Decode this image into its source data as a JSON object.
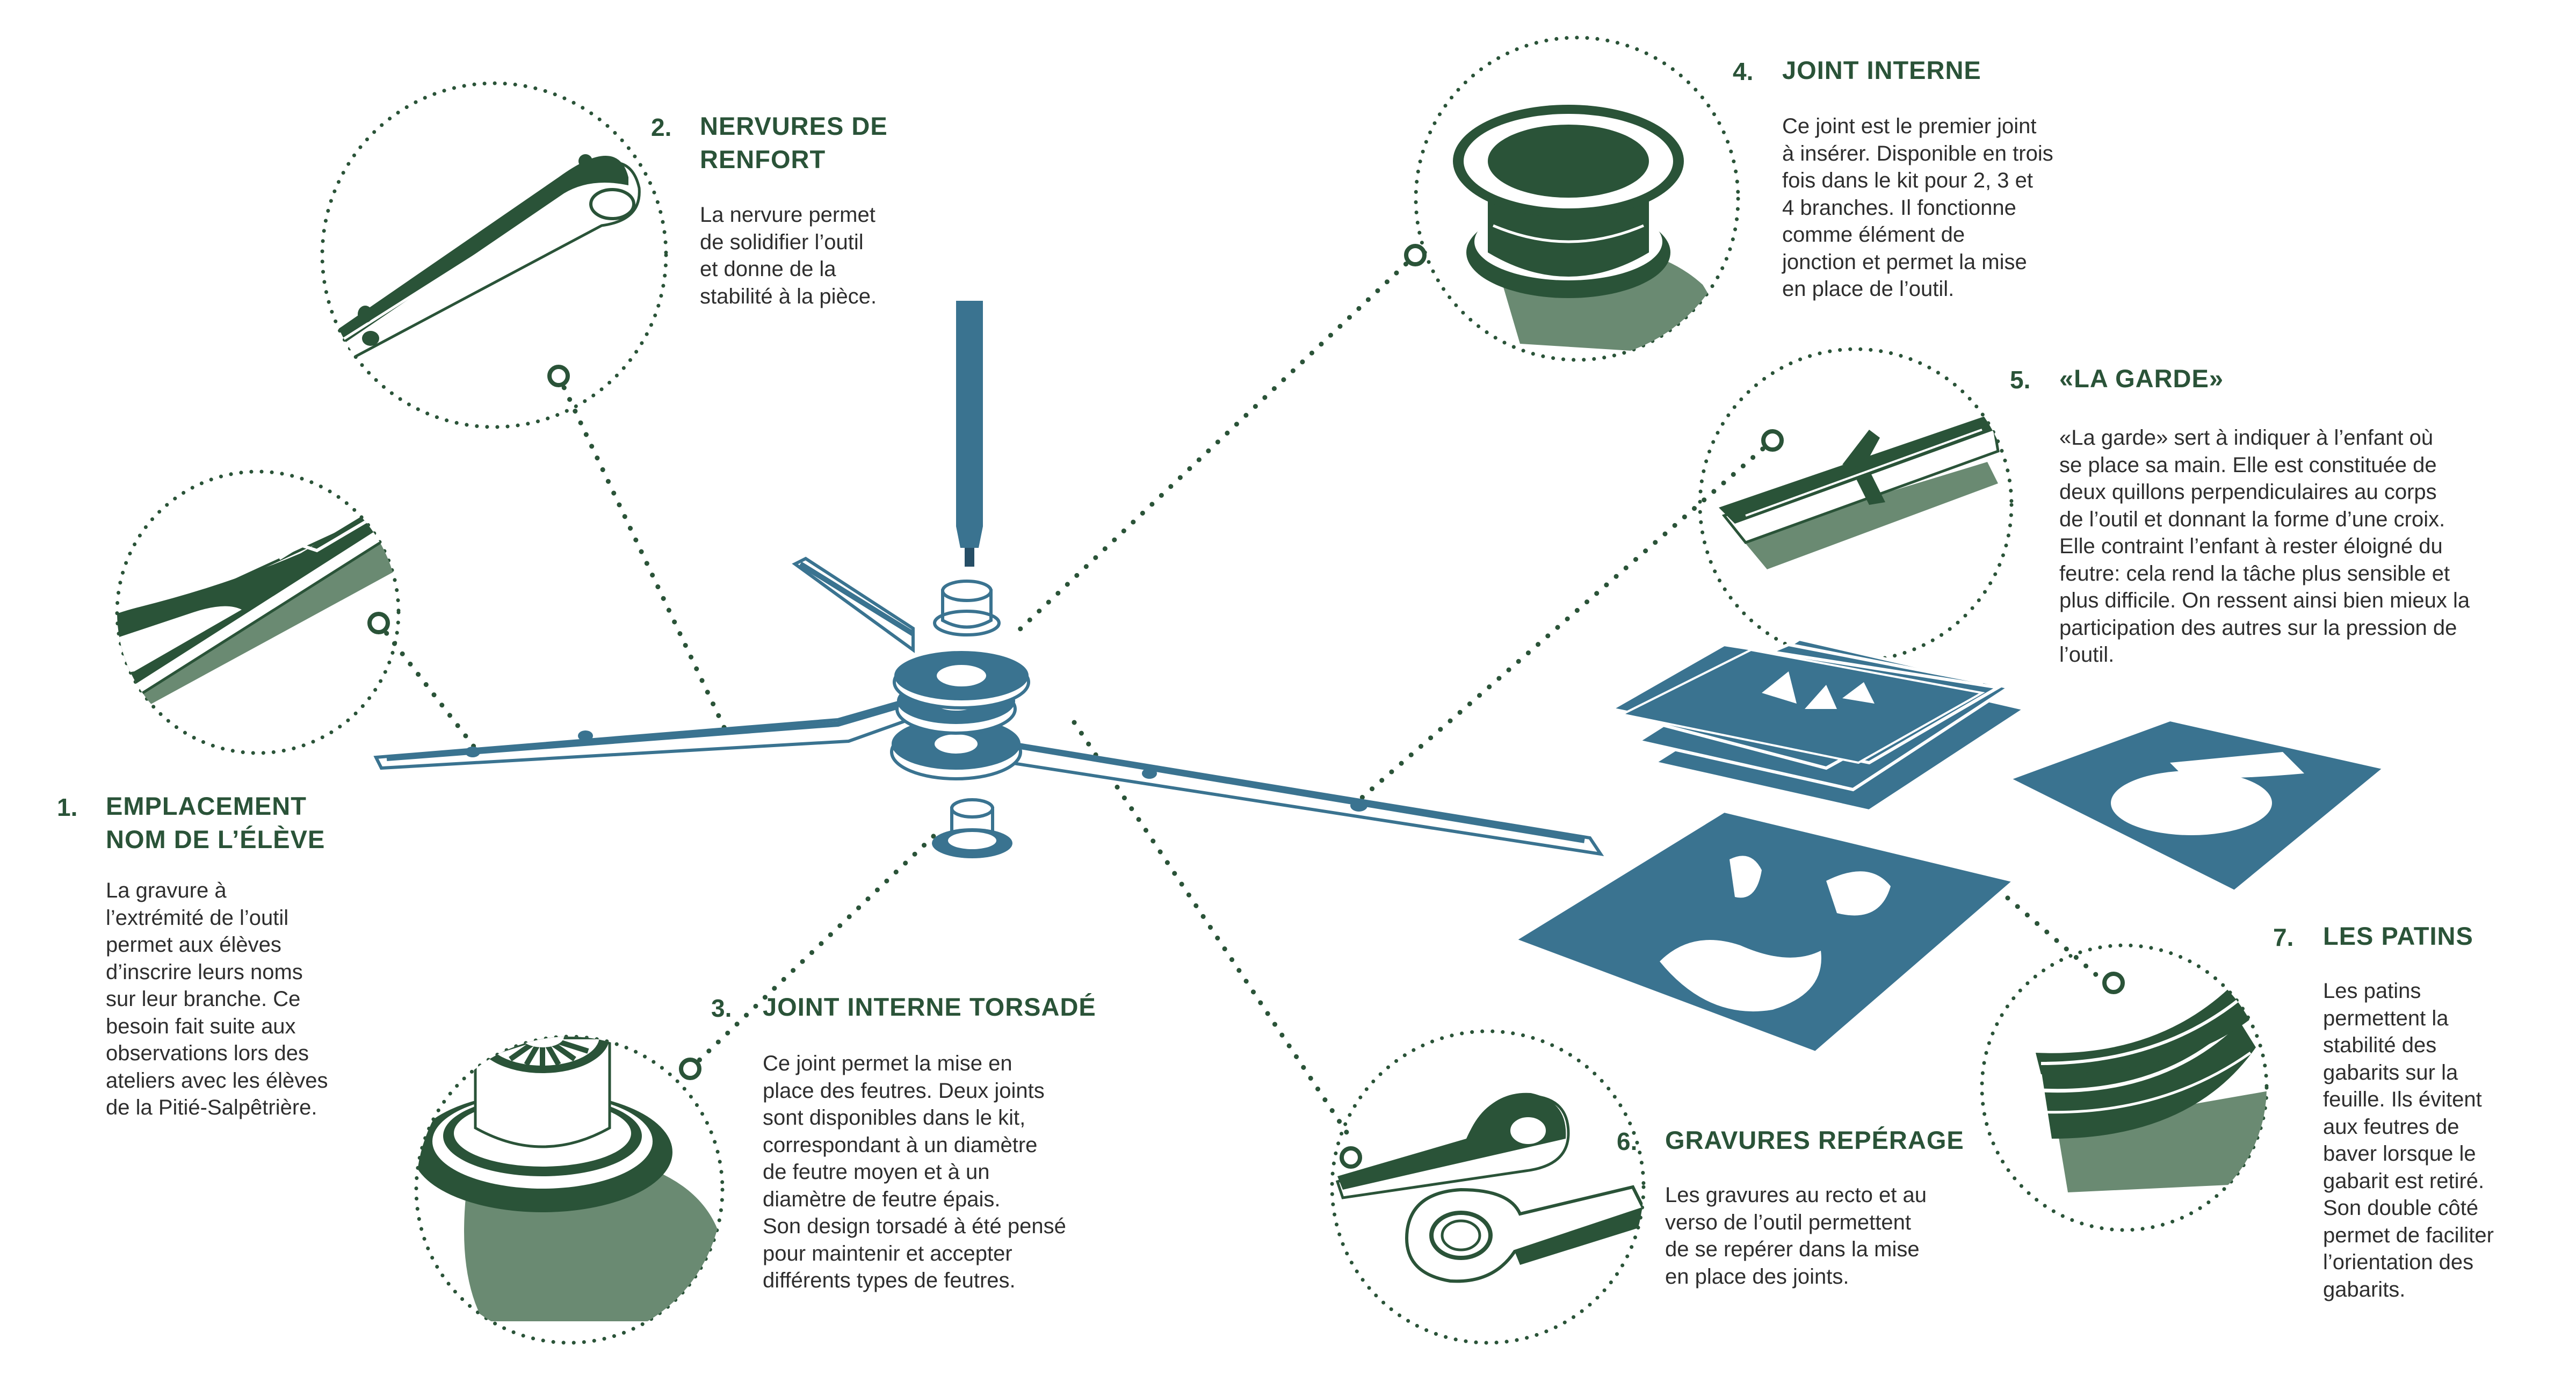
{
  "colors": {
    "dark_green": "#2a5338",
    "mid_green": "#6a8a72",
    "blue": "#3a7390",
    "dark_blue": "#264e66",
    "text": "#2e2e2e"
  },
  "callouts": [
    {
      "number": "1.",
      "title_lines": [
        "EMPLACEMENT",
        "NOM DE L’ÉLÈVE"
      ],
      "body_lines": [
        "La gravure à",
        "l’extrémité de l’outil",
        "permet aux élèves",
        "d’inscrire leurs noms",
        "sur leur branche. Ce",
        "besoin fait suite aux",
        "observations lors des",
        "ateliers avec les élèves",
        "de la Pitié-Salpêtrière."
      ]
    },
    {
      "number": "2.",
      "title_lines": [
        "NERVURES DE",
        "RENFORT"
      ],
      "body_lines": [
        "La nervure permet",
        "de solidifier l’outil",
        "et donne de la",
        "stabilité à la pièce."
      ]
    },
    {
      "number": "3.",
      "title_lines": [
        "JOINT INTERNE TORSADÉ"
      ],
      "body_lines": [
        "Ce joint permet la mise en",
        "place des feutres. Deux joints",
        "sont disponibles dans le kit,",
        "correspondant à un diamètre",
        "de feutre moyen et à un",
        "diamètre de feutre épais.",
        "Son design torsadé  à été pensé",
        "pour maintenir et accepter",
        "différents types de feutres."
      ]
    },
    {
      "number": "4.",
      "title_lines": [
        "JOINT INTERNE"
      ],
      "body_lines": [
        "Ce joint est le premier joint",
        "à insérer. Disponible en trois",
        "fois dans le kit pour 2, 3 et",
        "4 branches. Il fonctionne",
        "comme élément de",
        "jonction et permet la mise",
        "en place de l’outil."
      ]
    },
    {
      "number": "5.",
      "title_lines": [
        "«LA GARDE»"
      ],
      "body_lines": [
        "«La garde» sert à indiquer à l’enfant où",
        "se place sa main. Elle est constituée de",
        "deux quillons perpendiculaires au corps",
        "de l’outil et donnant la forme d’une croix.",
        "Elle contraint l’enfant à rester éloigné du",
        "feutre: cela rend la tâche plus sensible et",
        "plus difficile. On ressent ainsi bien mieux la",
        "participation des autres sur la pression de",
        "l’outil."
      ]
    },
    {
      "number": "6.",
      "title_lines": [
        "GRAVURES REPÉRAGE"
      ],
      "body_lines": [
        "Les gravures au recto et au",
        "verso de l’outil permettent",
        "de se repérer dans la mise",
        "en place des joints."
      ]
    },
    {
      "number": "7.",
      "title_lines": [
        "LES PATINS"
      ],
      "body_lines": [
        "Les patins",
        "permettent la",
        "stabilité des",
        "gabarits sur la",
        "feuille. Ils évitent",
        "aux feutres de",
        "baver lorsque le",
        "gabarit est retiré.",
        "Son double côté",
        "permet de faciliter",
        "l’orientation des",
        "gabarits."
      ]
    }
  ]
}
